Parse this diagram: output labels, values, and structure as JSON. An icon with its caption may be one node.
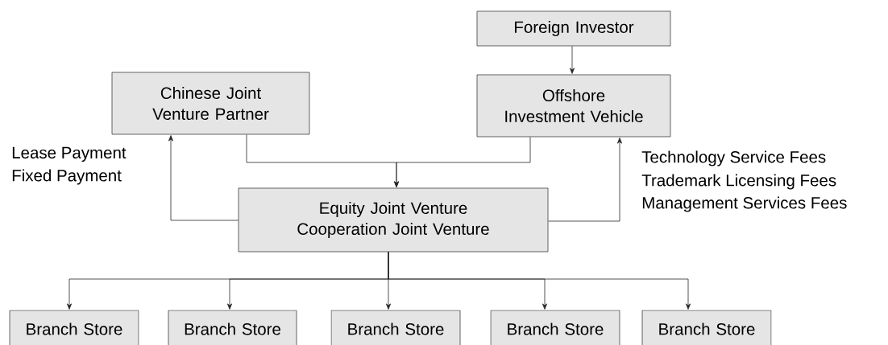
{
  "diagram": {
    "nodes": [
      {
        "text": [
          "Foreign Investor"
        ]
      },
      {
        "text": [
          "Chinese Joint Venture Partner"
        ]
      },
      {
        "text": [
          "Offshore Investment Vehicle"
        ]
      },
      {
        "text": [
          "Equity Joint Venture Cooperation Joint Venture"
        ]
      },
      {
        "text": [
          "Branch Store"
        ]
      },
      {
        "text": [
          "Branch Store"
        ]
      },
      {
        "text": [
          "Branch Store"
        ]
      },
      {
        "text": [
          "Branch Store"
        ]
      },
      {
        "text": [
          "Branch Store"
        ]
      }
    ],
    "edges": [
      {
        "from": 0,
        "to": 2,
        "arrow": "to"
      },
      {
        "from": 1,
        "to": 3,
        "arrow": "to"
      },
      {
        "from": 2,
        "to": 3,
        "arrow": "to"
      },
      {
        "from": 3,
        "to": 1,
        "arrow": "to"
      },
      {
        "from": 3,
        "to": 2,
        "arrow": "to"
      },
      {
        "from": 3,
        "to": 4,
        "arrow": "to"
      },
      {
        "from": 3,
        "to": 5,
        "arrow": "to"
      },
      {
        "from": 3,
        "to": 6,
        "arrow": "to"
      },
      {
        "from": 3,
        "to": 7,
        "arrow": "to"
      },
      {
        "from": 3,
        "to": 8,
        "arrow": "to"
      }
    ],
    "labels": [
      "Lease Payment",
      "Fixed Payment",
      "Technology Service Fees",
      "Trademark Licensing  Fees",
      "Management Services Fees"
    ]
  }
}
